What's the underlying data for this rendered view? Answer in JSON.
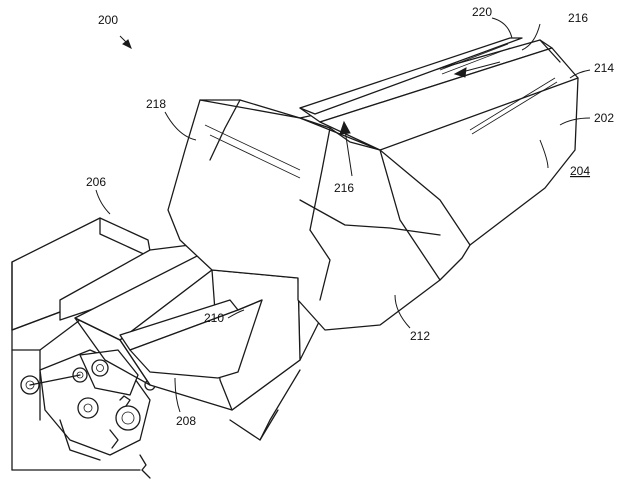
{
  "labels": {
    "fig": "200",
    "r202": "202",
    "r204": "204",
    "r206": "206",
    "r208": "208",
    "r210": "210",
    "r212": "212",
    "r214": "214",
    "r216a": "216",
    "r216b": "216",
    "r218": "218",
    "r220": "220"
  },
  "colors": {
    "line": "#1a1a1a",
    "paper": "#ffffff"
  }
}
